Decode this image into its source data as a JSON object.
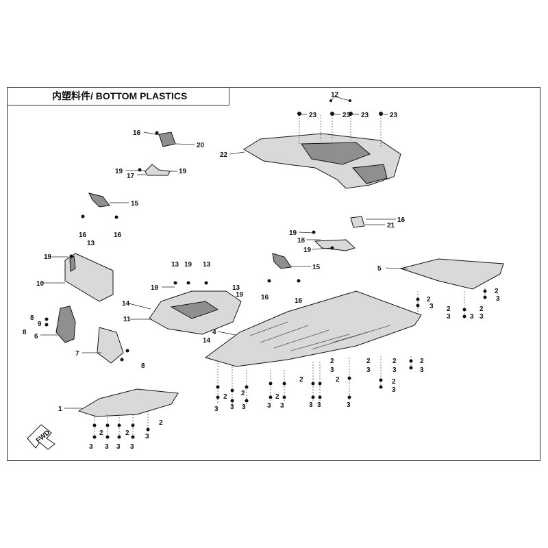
{
  "title": "内塑料件/ BOTTOM PLASTICS",
  "fwd_label": "FWD",
  "callouts": {
    "n1": "1",
    "n2": "2",
    "n3": "3",
    "n4": "4",
    "n5": "5",
    "n6": "6",
    "n7": "7",
    "n8": "8",
    "n9": "9",
    "n10": "10",
    "n11": "11",
    "n12": "12",
    "n13": "13",
    "n14": "14",
    "n15": "15",
    "n16": "16",
    "n17": "17",
    "n18": "18",
    "n19": "19",
    "n20": "20",
    "n21": "21",
    "n22": "22",
    "n23": "23"
  }
}
